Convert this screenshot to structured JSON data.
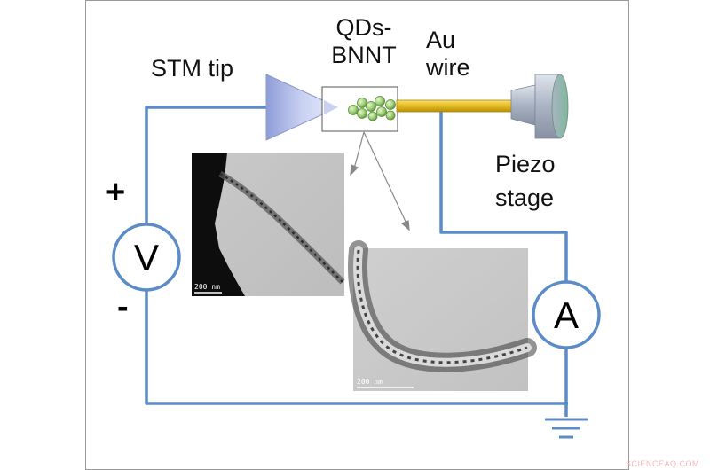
{
  "labels": {
    "stm_tip": "STM tip",
    "qds_line1": "QDs-",
    "qds_line2": "BNNT",
    "au_line1": "Au",
    "au_line2": "wire",
    "piezo_line1": "Piezo",
    "piezo_line2": "stage",
    "plus": "+",
    "minus": "-",
    "voltmeter": "V",
    "ammeter": "A",
    "scale_left": "200 nm",
    "scale_right": "200 nm"
  },
  "watermark": "SCIENCEAQ.COM",
  "colors": {
    "wire": "#5b8cc8",
    "tip": "#b9c4ea",
    "gold_wire": "#e7c32a",
    "quantum_dots": "#9ccf72",
    "piezo": "#b8c1cf"
  }
}
